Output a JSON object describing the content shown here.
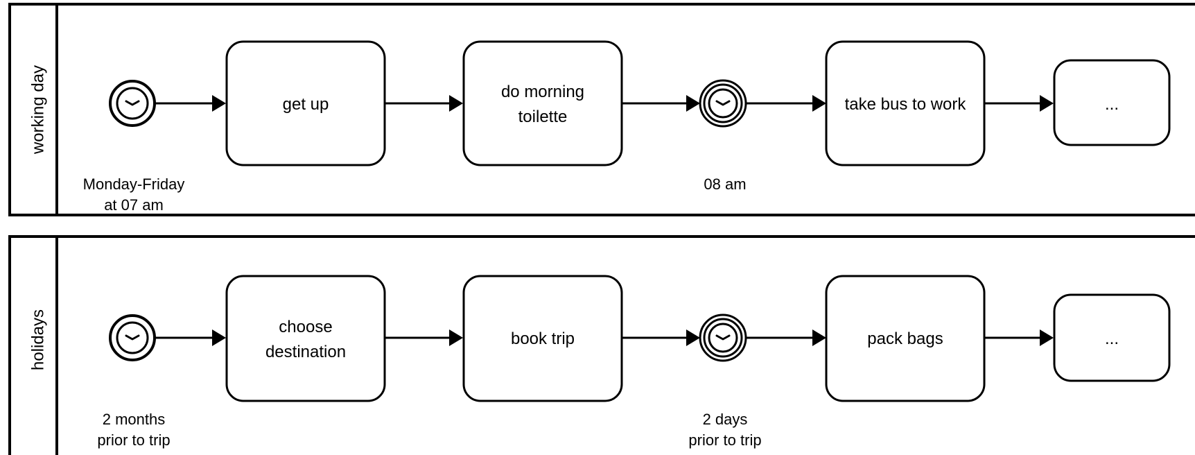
{
  "lanes": [
    {
      "label": "working day",
      "start_event": {
        "label_lines": [
          "Monday-Friday",
          "at 07 am"
        ]
      },
      "tasks": [
        {
          "label_lines": [
            "get up"
          ]
        },
        {
          "label_lines": [
            "do morning",
            "toilette"
          ]
        }
      ],
      "intermediate_event": {
        "label_lines": [
          "08 am"
        ]
      },
      "tasks_after": [
        {
          "label_lines": [
            "take bus to work"
          ]
        },
        {
          "label_lines": [
            "..."
          ]
        }
      ]
    },
    {
      "label": "holidays",
      "start_event": {
        "label_lines": [
          "2 months",
          "prior to trip"
        ]
      },
      "tasks": [
        {
          "label_lines": [
            "choose",
            "destination"
          ]
        },
        {
          "label_lines": [
            "book trip"
          ]
        }
      ],
      "intermediate_event": {
        "label_lines": [
          "2 days",
          "prior to trip"
        ]
      },
      "tasks_after": [
        {
          "label_lines": [
            "pack bags"
          ]
        },
        {
          "label_lines": [
            "..."
          ]
        }
      ]
    }
  ]
}
